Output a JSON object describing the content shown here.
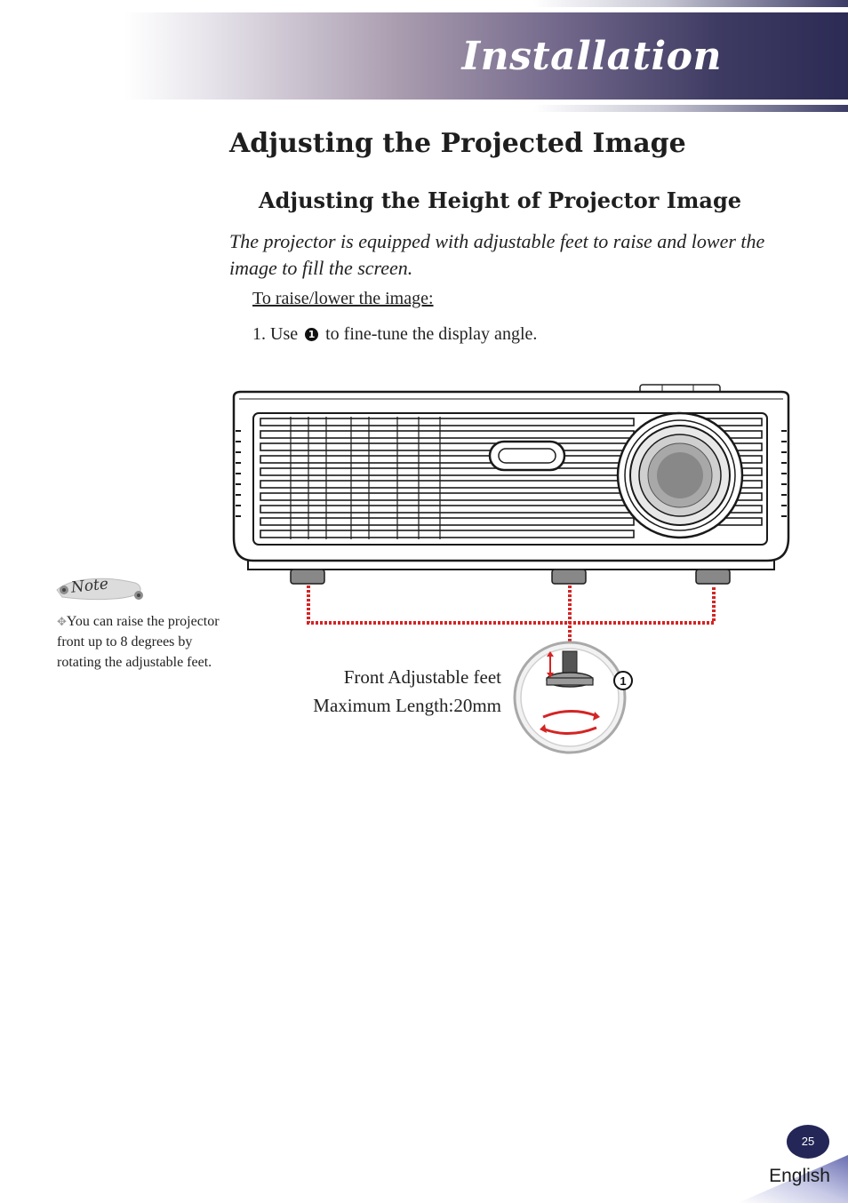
{
  "header": {
    "section_title": "Installation"
  },
  "content": {
    "heading": "Adjusting the Projected Image",
    "subheading": "Adjusting the Height of Projector Image",
    "intro": "The projector is equipped with adjustable feet to raise and lower the image to fill the screen.",
    "procedure_title": "To raise/lower the image:",
    "step_prefix": "1. Use",
    "step_marker": "1",
    "step_suffix": "to fine-tune the display angle."
  },
  "note": {
    "badge_label": "Note",
    "bullet_icon": "diamond-bullet-icon",
    "text": "You can raise the projector front up to 8 degrees by rotating the adjustable feet."
  },
  "diagram": {
    "feet_label": "Front Adjustable feet",
    "max_length_label": "Maximum Length:20mm",
    "callout_number": "1",
    "highlight_color": "#d42424"
  },
  "footer": {
    "page_number": "25",
    "language": "English",
    "accent_color": "#232656"
  }
}
